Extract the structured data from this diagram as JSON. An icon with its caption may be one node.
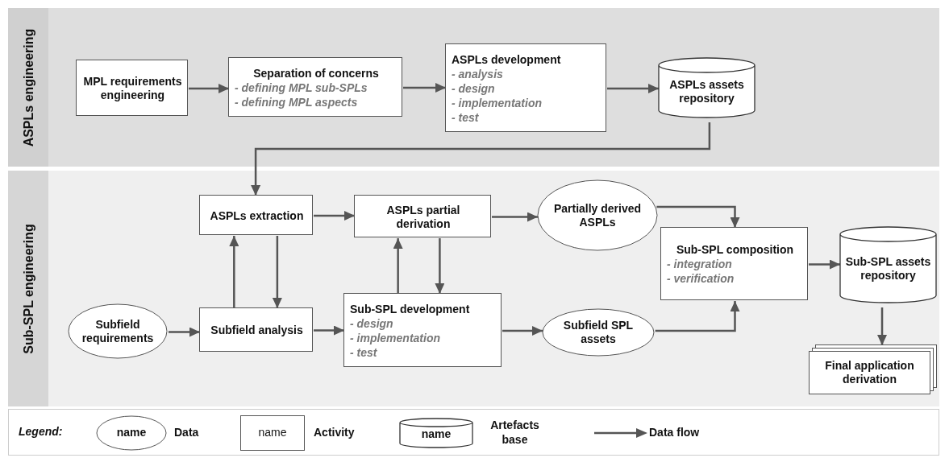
{
  "diagram": {
    "nodes": [
      {
        "text": [
          "ASPLs engineering"
        ]
      },
      {
        "text": [
          "MPL requirements engineering"
        ],
        "in": 0
      },
      {
        "text": [
          "Separation of concerns",
          "- defining MPL sub-SPLs",
          "- defining MPL aspects"
        ],
        "in": 0
      },
      {
        "text": [
          "ASPLs development",
          "- analysis",
          "- design",
          "- implementation",
          "- test"
        ],
        "in": 0
      },
      {
        "text": [
          "ASPLs assets repository"
        ],
        "in": 0
      },
      {
        "text": [
          "Sub-SPL engineering"
        ]
      },
      {
        "text": [
          "ASPLs extraction"
        ],
        "in": 5
      },
      {
        "text": [
          "ASPLs partial derivation"
        ],
        "in": 5
      },
      {
        "text": [
          "Partially derived ASPLs"
        ],
        "in": 5
      },
      {
        "text": [
          "Sub-SPL composition",
          "- integration",
          "- verification"
        ],
        "in": 5
      },
      {
        "text": [
          "Subfield requirements"
        ],
        "in": 5
      },
      {
        "text": [
          "Subfield analysis"
        ],
        "in": 5
      },
      {
        "text": [
          "Sub-SPL development",
          "- design",
          "- implementation",
          "- test"
        ],
        "in": 5
      },
      {
        "text": [
          "Subfield SPL assets"
        ],
        "in": 5
      },
      {
        "text": [
          "Sub-SPL assets repository"
        ],
        "in": 5
      },
      {
        "text": [
          "Final application derivation"
        ],
        "in": 5
      }
    ],
    "edges": [
      {
        "from": 1,
        "to": 2,
        "arrow": "to"
      },
      {
        "from": 2,
        "to": 3,
        "arrow": "to"
      },
      {
        "from": 3,
        "to": 4,
        "arrow": "to"
      },
      {
        "from": 4,
        "to": 6,
        "arrow": "to"
      },
      {
        "from": 6,
        "to": 7,
        "arrow": "to"
      },
      {
        "from": 11,
        "to": 6,
        "arrow": "to"
      },
      {
        "from": 6,
        "to": 11,
        "arrow": "to"
      },
      {
        "from": 10,
        "to": 11,
        "arrow": "to"
      },
      {
        "from": 11,
        "to": 12,
        "arrow": "to"
      },
      {
        "from": 12,
        "to": 7,
        "arrow": "to"
      },
      {
        "from": 7,
        "to": 12,
        "arrow": "to"
      },
      {
        "from": 7,
        "to": 8,
        "arrow": "to"
      },
      {
        "from": 8,
        "to": 9,
        "arrow": "to"
      },
      {
        "from": 12,
        "to": 13,
        "arrow": "to"
      },
      {
        "from": 13,
        "to": 9,
        "arrow": "to"
      },
      {
        "from": 9,
        "to": 14,
        "arrow": "to"
      },
      {
        "from": 14,
        "to": 15,
        "arrow": "to"
      }
    ],
    "labels": [
      "Legend:",
      "name",
      "name",
      "name"
    ],
    "legend": [
      {
        "text": "Data"
      },
      {
        "text": "Activity"
      },
      {
        "text": "Artefacts base"
      },
      {
        "text": "Data flow"
      }
    ]
  }
}
